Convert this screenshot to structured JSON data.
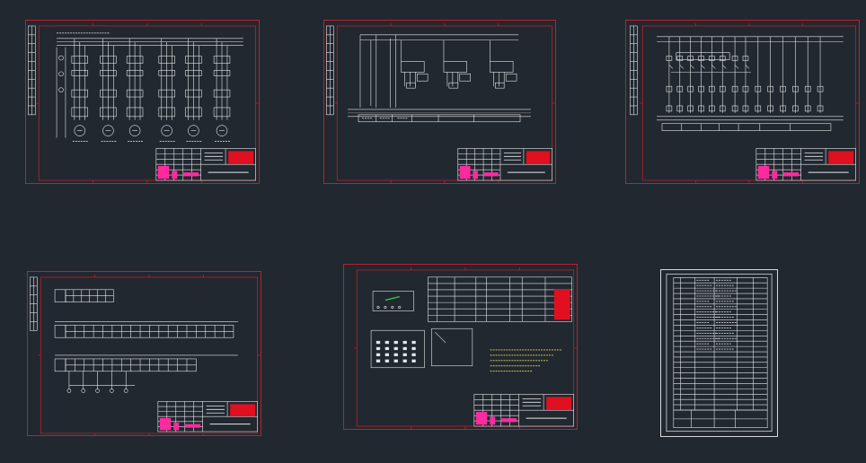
{
  "canvas": {
    "background": "#212830"
  },
  "colors": {
    "frame": "#c41e2a",
    "line": "#e8e8e8",
    "title_fill": "#ff2aa0",
    "title_red": "#e01020",
    "white_frame": "#d8d8d8"
  },
  "sheets": [
    {
      "id": "sheet-1",
      "kind": "power-circuit",
      "title_block": {
        "company": "",
        "drawing_no": ""
      }
    },
    {
      "id": "sheet-2",
      "kind": "control-circuit",
      "title_block": {
        "company": "",
        "drawing_no": ""
      }
    },
    {
      "id": "sheet-3",
      "kind": "control-circuit-wide",
      "title_block": {
        "company": "",
        "drawing_no": ""
      }
    },
    {
      "id": "sheet-4",
      "kind": "terminal-wiring",
      "title_block": {
        "company": "",
        "drawing_no": ""
      }
    },
    {
      "id": "sheet-5",
      "kind": "panel-layout",
      "title_block": {
        "company": "",
        "drawing_no": ""
      }
    },
    {
      "id": "sheet-6",
      "kind": "parts-list",
      "title_block": {
        "company": "",
        "drawing_no": ""
      }
    }
  ]
}
